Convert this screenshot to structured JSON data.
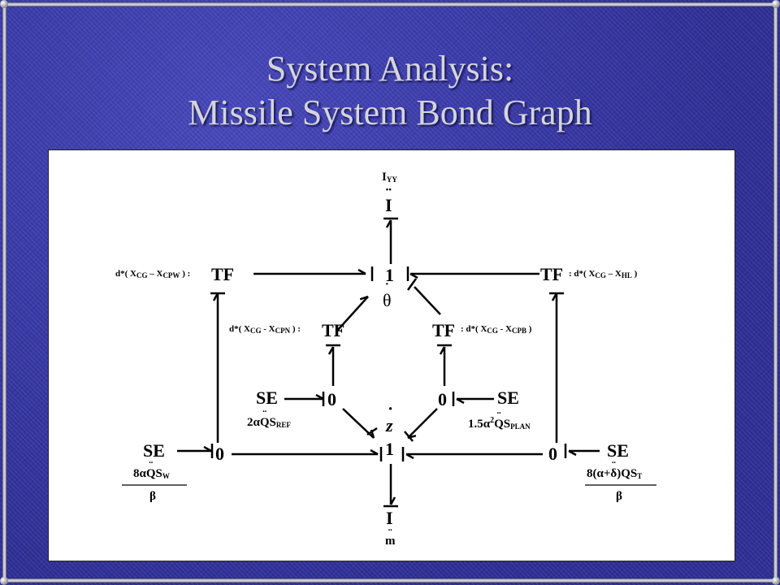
{
  "slide": {
    "title_line1": "System Analysis:",
    "title_line2": "Missile System Bond Graph"
  },
  "graph": {
    "i_top_label": "I",
    "i_top_sub": "YY",
    "i_top_node": "I",
    "theta_node": "1",
    "theta_label": "θ",
    "tf_left_label_pre": "d*( X",
    "tf_left_sub1": "CG",
    "tf_left_label_mid": " – X",
    "tf_left_sub2": "CPW",
    "tf_left_label_post": " ) :",
    "tf_left_node": "TF",
    "tf_right_node": "TF",
    "tf_right_label_pre": ": d*( X",
    "tf_right_sub1": "CG",
    "tf_right_label_mid": " – X",
    "tf_right_sub2": "HL",
    "tf_right_label_post": " )",
    "tf_innerleft_label_pre": "d*( X",
    "tf_innerleft_sub1": "CG",
    "tf_innerleft_label_mid": " - X",
    "tf_innerleft_sub2": "CPN",
    "tf_innerleft_label_post": " ) :",
    "tf_innerleft_node": "TF",
    "tf_innerright_node": "TF",
    "tf_innerright_label_pre": ": d*( X",
    "tf_innerright_sub1": "CG",
    "tf_innerright_label_mid": " - X",
    "tf_innerright_sub2": "CPB",
    "tf_innerright_label_post": " )",
    "se_ref_node": "SE",
    "se_ref_pre": "2α",
    "se_ref_q": "Q",
    "se_ref_s": "S",
    "se_ref_sub": "REF",
    "zero_left_inner": "0",
    "zero_right_inner": "0",
    "se_plan_node": "SE",
    "se_plan_pre": "1.5α",
    "se_plan_sup": "2",
    "se_plan_q": "Q",
    "se_plan_s": "S",
    "se_plan_sub": "PLAN",
    "z_label": "z",
    "z_node": "1",
    "se_w_node": "SE",
    "zero_left_outer": "0",
    "se_w_num_pre": "8α",
    "se_w_num_q": "Q",
    "se_w_num_s": "S",
    "se_w_num_sub": "W",
    "se_w_den": "β",
    "zero_right_outer": "0",
    "se_t_node": "SE",
    "se_t_num_pre": "8(α+",
    "se_t_num_delta": "δ",
    "se_t_num_post": ")QS",
    "se_t_num_sub": "T",
    "se_t_den": "β",
    "i_bottom_node": "I",
    "m_label": "m"
  }
}
